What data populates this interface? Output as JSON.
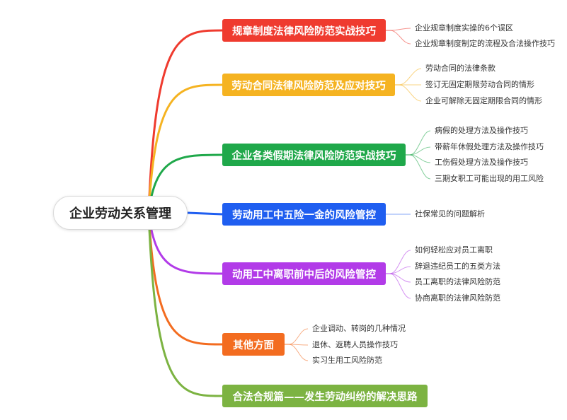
{
  "root": {
    "label": "企业劳动关系管理"
  },
  "branches": [
    {
      "label": "规章制度法律风险防范实战技巧",
      "color": "#ef3b2f",
      "children": [
        "企业规章制度实操的6个误区",
        "企业规章制度制定的流程及合法操作技巧"
      ]
    },
    {
      "label": "劳动合同法律风险防范及应对技巧",
      "color": "#f5b321",
      "children": [
        "劳动合同的法律条款",
        "签订无固定期限劳动合同的情形",
        "企业可解除无固定期限合同的情形"
      ]
    },
    {
      "label": "企业各类假期法律风险防范实战技巧",
      "color": "#1fa84a",
      "children": [
        "病假的处理方法及操作技巧",
        "带薪年休假处理方法及操作技巧",
        "工伤假处理方法及操作技巧",
        "三期女职工可能出现的用工风险"
      ]
    },
    {
      "label": "劳动用工中五险一金的风险管控",
      "color": "#1f5ef0",
      "children": [
        "社保常见的问题解析"
      ]
    },
    {
      "label": "动用工中离职前中后的风险管控",
      "color": "#b23be8",
      "children": [
        "如何轻松应对员工离职",
        "辞退违纪员工的五类方法",
        "员工离职的法律风险防范",
        "协商离职的法律风险防范"
      ]
    },
    {
      "label": "其他方面",
      "color": "#f36c20",
      "children": [
        "企业调动、转岗的几种情况",
        "退休、返聘人员操作技巧",
        "实习生用工风险防范"
      ]
    },
    {
      "label": "合法合规篇——发生劳动纠纷的解决思路",
      "color": "#7cb342",
      "children": []
    }
  ]
}
